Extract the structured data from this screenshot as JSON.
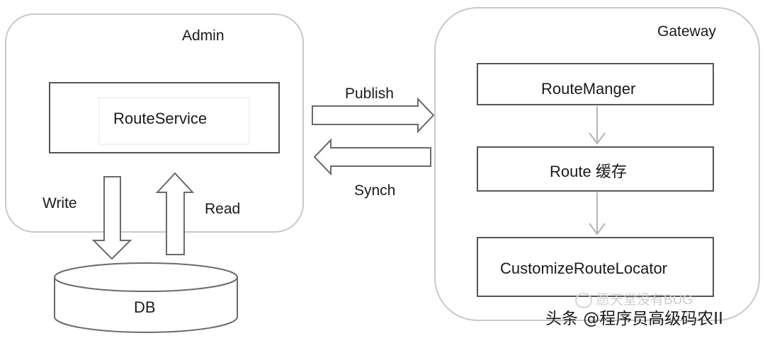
{
  "admin": {
    "title": "Admin",
    "route_service": "RouteService"
  },
  "gateway": {
    "title": "Gateway",
    "route_manager": "RouteManger",
    "route_cache": "Route 缓存",
    "locator": "CustomizeRouteLocator"
  },
  "db": {
    "label": "DB"
  },
  "arrows": {
    "publish": "Publish",
    "synch": "Synch",
    "write": "Write",
    "read": "Read"
  },
  "watermark": {
    "icon": "wechat-icon",
    "text": "愿天堂没有BUG"
  },
  "attribution": "头条 @程序员高级码农II",
  "colors": {
    "container_stroke": "#c8c8c8",
    "box_stroke": "#555555",
    "flow_arrow_stroke": "#6a6a6a",
    "connector": "#b5b5b5"
  }
}
